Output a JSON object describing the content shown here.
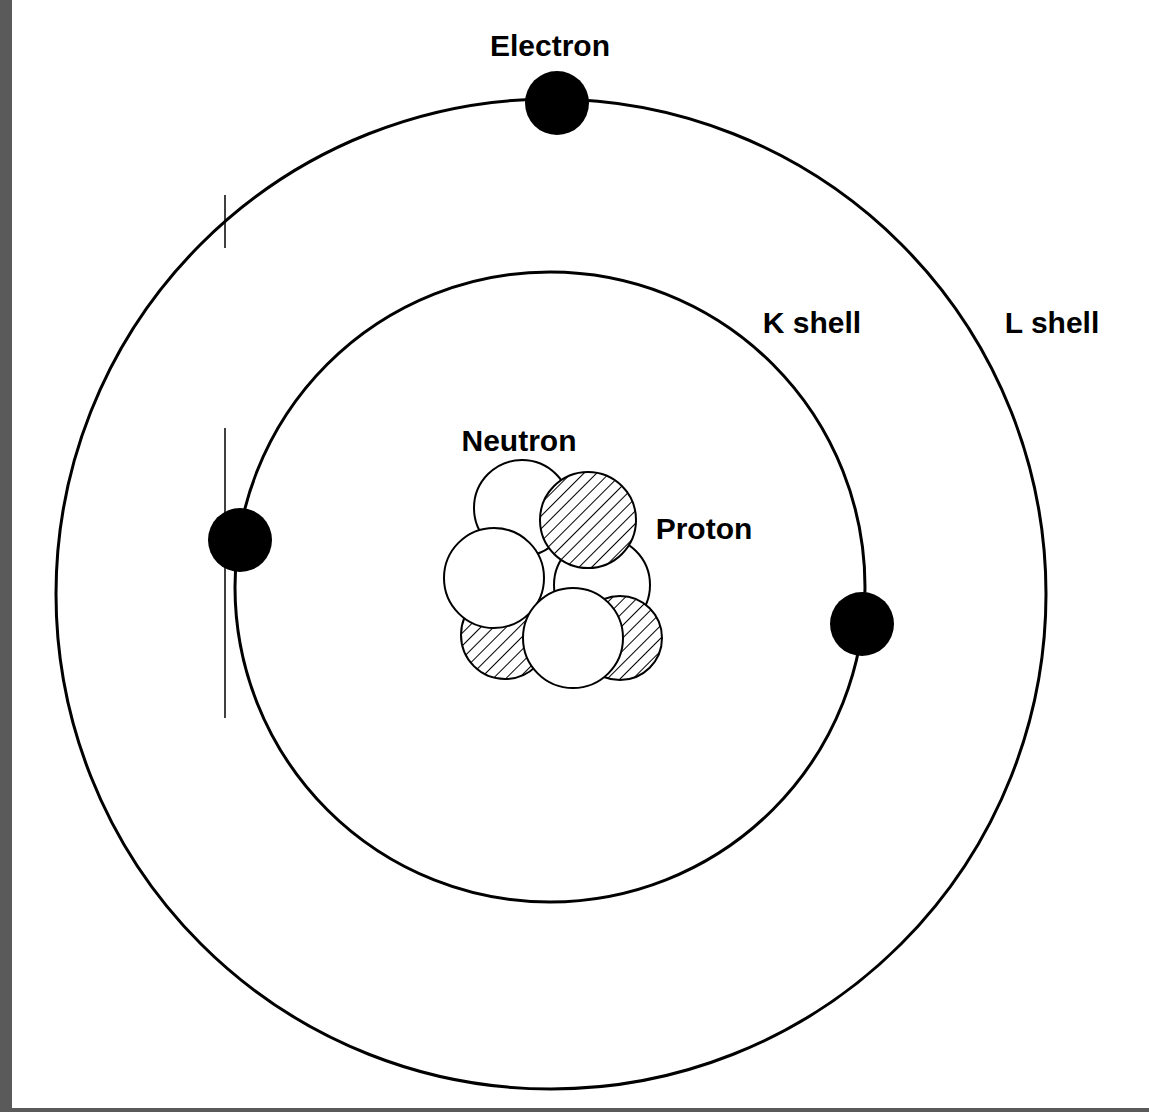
{
  "diagram": {
    "labels": [
      "Electron",
      "K shell",
      "L shell",
      "Neutron",
      "Proton"
    ]
  }
}
